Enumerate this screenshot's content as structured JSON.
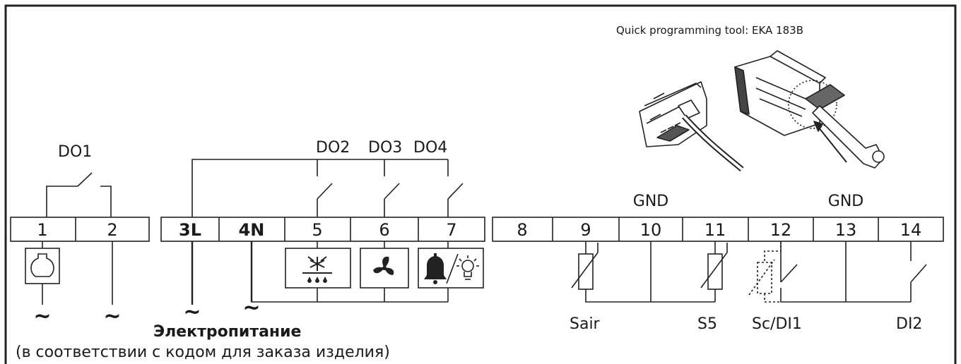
{
  "tool_caption": "Quick programming tool: EKA 183B",
  "relay_labels": {
    "do1": "DO1",
    "do2": "DO2",
    "do3": "DO3",
    "do4": "DO4"
  },
  "gnd_labels": [
    "GND",
    "GND"
  ],
  "terminals": [
    "1",
    "2",
    "3L",
    "4N",
    "5",
    "6",
    "7",
    "8",
    "9",
    "10",
    "11",
    "12",
    "13",
    "14"
  ],
  "tilde": "~",
  "sensor_labels": {
    "sair": "Sair",
    "s5": "S5",
    "sc_di1": "Sc/DI1",
    "di2": "DI2"
  },
  "power": {
    "title": "Электропитание",
    "note": "(в соответствии с кодом для заказа изделия)"
  },
  "icons": [
    "compressor-icon",
    "defrost-icon",
    "fan-icon",
    "alarm-bell-icon",
    "light-icon"
  ]
}
